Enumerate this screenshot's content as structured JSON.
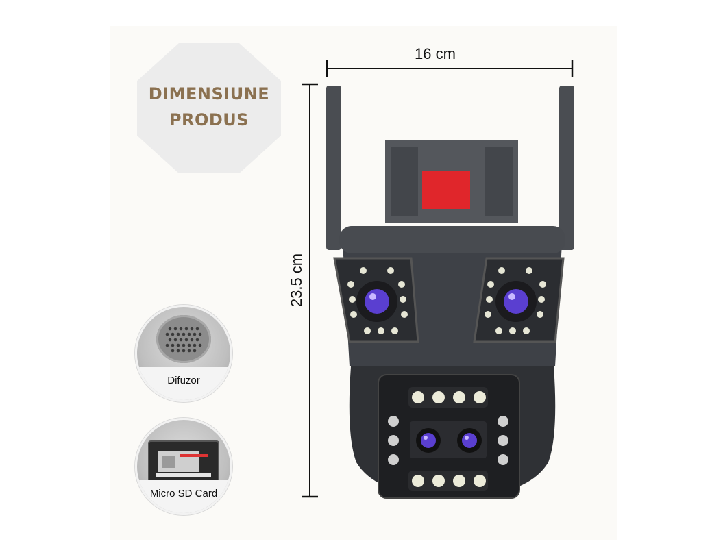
{
  "badge": {
    "line1": "DIMENSIUNE",
    "line2": "PRODUS"
  },
  "dimensions": {
    "width": "16 cm",
    "height": "23.5 cm"
  },
  "features": [
    {
      "label": "Difuzor",
      "icon": "speaker-icon"
    },
    {
      "label": "Micro SD Card",
      "icon": "sd-card-icon"
    }
  ],
  "colors": {
    "badge_text": "#8b7150",
    "badge_bg": "#ececec",
    "camera_body": "#3e4147",
    "accent_red": "#e0262b",
    "lens": "#5a3fd0"
  }
}
